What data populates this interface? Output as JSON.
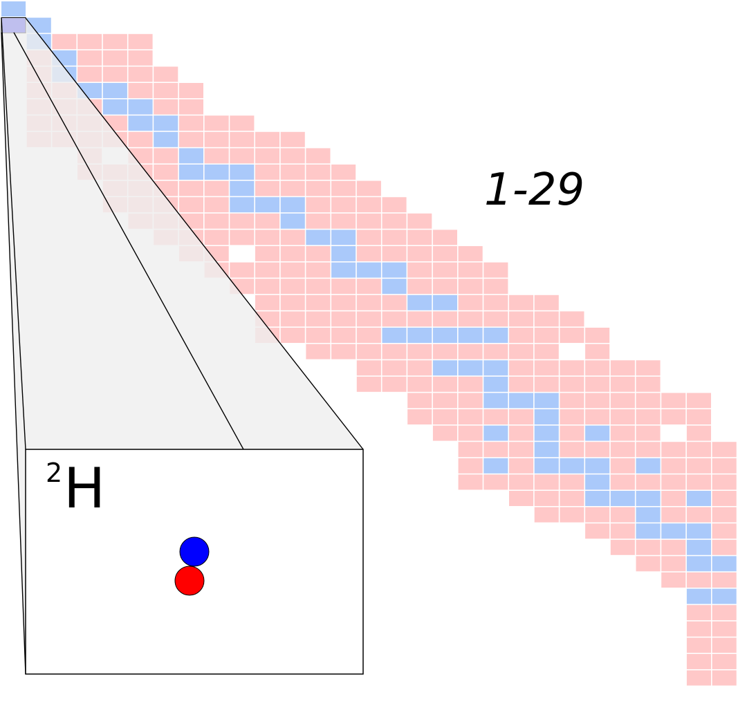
{
  "range_label": "1-29",
  "isotope": {
    "mass_number": "2",
    "element_symbol": "H",
    "protons": 1,
    "neutrons": 1
  },
  "colors": {
    "unstable_cell": "#ffc8c8",
    "stable_cell": "#aac9fa",
    "highlight_cell": "#1a1aee",
    "zoom_area": "#eeeeee",
    "neutron": "#0000ff",
    "proton": "#ff0000",
    "outline": "#000000"
  }
}
